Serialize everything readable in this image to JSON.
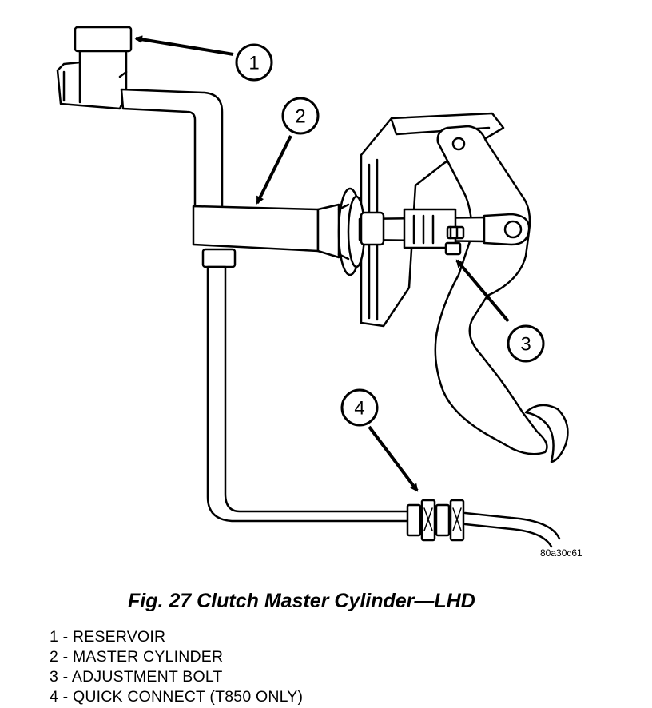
{
  "figure": {
    "caption": "Fig. 27 Clutch Master Cylinder—LHD",
    "code": "80a30c61"
  },
  "callouts": [
    "1",
    "2",
    "3",
    "4"
  ],
  "legend": [
    "1 - RESERVOIR",
    "2 - MASTER CYLINDER",
    "3 - ADJUSTMENT BOLT",
    "4 - QUICK CONNECT (T850 ONLY)"
  ]
}
